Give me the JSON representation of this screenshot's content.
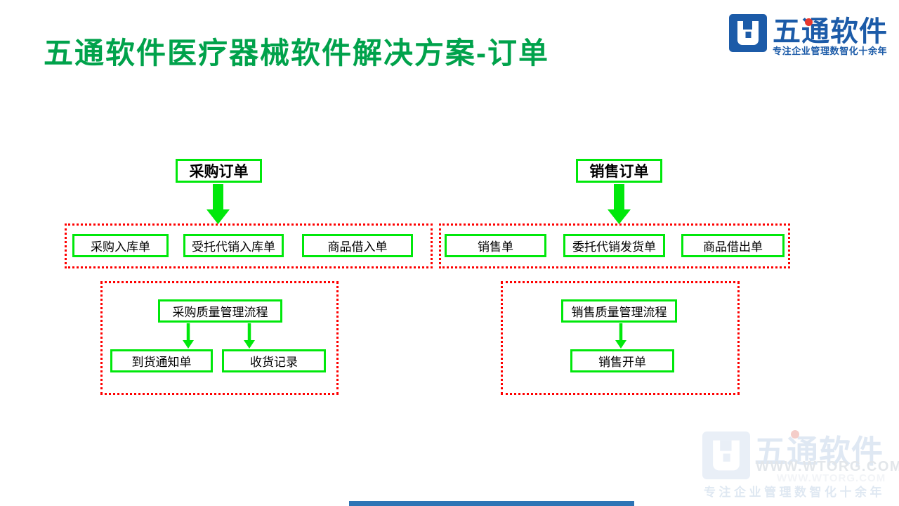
{
  "title": "五通软件医疗器械软件解决方案-订单",
  "logo": {
    "name": "五通软件",
    "tagline": "专注企业管理数智化十余年"
  },
  "colors": {
    "title_green": "#00a24b",
    "box_green": "#00e80b",
    "dashed_red": "#ff0000",
    "logo_blue": "#1c5ba8",
    "logo_dot_red": "#e8382d",
    "footer_bar_blue": "#2e74b5",
    "watermark_blue": "#dfe8f2"
  },
  "purchase": {
    "header": "采购订单",
    "documents": [
      "采购入库单",
      "受托代销入库单",
      "商品借入单"
    ],
    "quality": {
      "header": "采购质量管理流程",
      "children": [
        "到货通知单",
        "收货记录"
      ]
    }
  },
  "sales": {
    "header": "销售订单",
    "documents": [
      "销售单",
      "委托代销发货单",
      "商品借出单"
    ],
    "quality": {
      "header": "销售质量管理流程",
      "children": [
        "销售开单"
      ]
    }
  },
  "watermark": {
    "name": "五通软件",
    "url": "WWW.WTORG.COM",
    "tagline": "专注企业管理数智化十余年"
  }
}
